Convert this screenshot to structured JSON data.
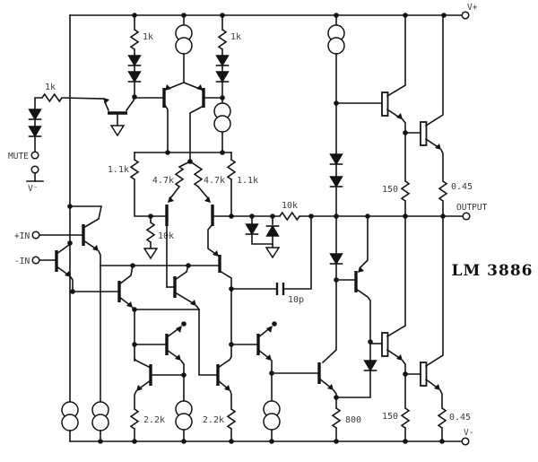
{
  "title": "LM 3886",
  "terminals": {
    "vplus": "V+",
    "vminus": "V-",
    "output": "OUTPUT",
    "in_pos": "+IN",
    "in_neg": "-IN",
    "mute": "MUTE",
    "mute_ref": "V⁻"
  },
  "resistors": {
    "r_mute": "1k",
    "r_bias_left": "1k",
    "r_bias_right": "1k",
    "r_11k_left": "1.1k",
    "r_47k_left": "4.7k",
    "r_47k_right": "4.7k",
    "r_11k_right": "1.1k",
    "r_10k_gnd": "10k",
    "r_10k_series": "10k",
    "r_150_top": "150",
    "r_045_top": "0.45",
    "r_22k_left": "2.2k",
    "r_22k_right": "2.2k",
    "r_800": "800",
    "r_150_bottom": "150",
    "r_045_bottom": "0.45"
  },
  "capacitors": {
    "c_comp": "10p"
  }
}
